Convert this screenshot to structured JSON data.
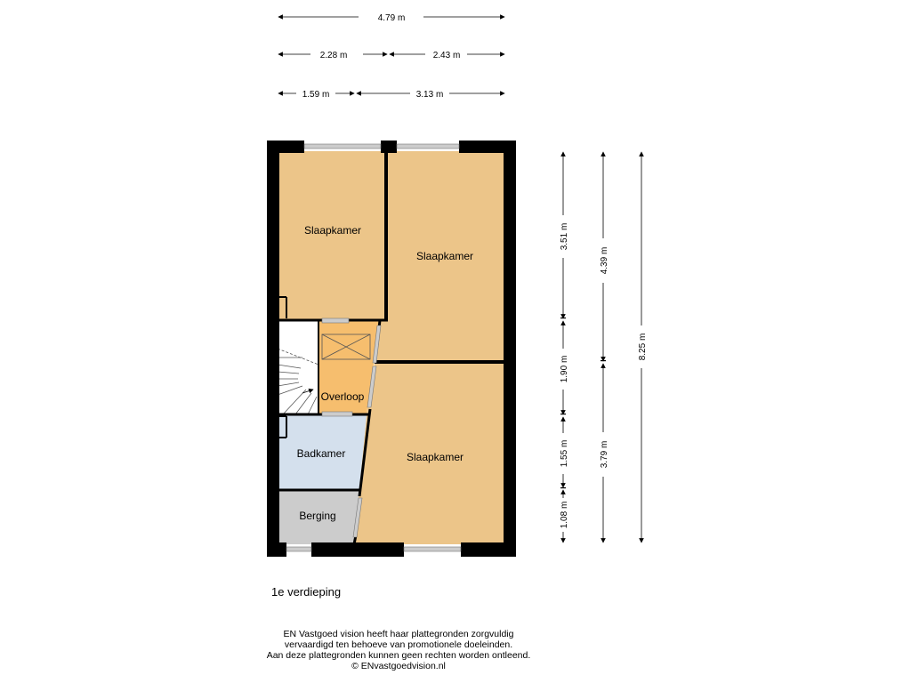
{
  "floor": {
    "name": "1e verdieping",
    "rooms": [
      {
        "id": "slaapkamer-1",
        "label": "Slaapkamer",
        "fill": "#ecc589"
      },
      {
        "id": "slaapkamer-2",
        "label": "Slaapkamer",
        "fill": "#ecc589"
      },
      {
        "id": "slaapkamer-3",
        "label": "Slaapkamer",
        "fill": "#ecc589"
      },
      {
        "id": "overloop",
        "label": "Overloop",
        "fill": "#f6be6e"
      },
      {
        "id": "badkamer",
        "label": "Badkamer",
        "fill": "#d4e0ed"
      },
      {
        "id": "berging",
        "label": "Berging",
        "fill": "#cccccc"
      }
    ]
  },
  "dimensions": {
    "top": [
      "4.79 m",
      "2.28 m",
      "2.43 m",
      "1.59 m",
      "3.13 m"
    ],
    "right": [
      "3.51 m",
      "1.90 m",
      "1.55 m",
      "1.08 m",
      "4.39 m",
      "3.79 m",
      "8.25 m"
    ]
  },
  "disclaimer": {
    "line1": "EN Vastgoed vision heeft haar plattegronden zorgvuldig",
    "line2": "vervaardigd ten behoeve van promotionele doeleinden.",
    "line3": "Aan deze plattegronden kunnen geen rechten worden ontleend.",
    "line4": "© ENvastgoedvision.nl"
  },
  "colors": {
    "wall": "#000000",
    "window": "#cccccc",
    "bedroom": "#ecc589",
    "landing": "#f6be6e",
    "bathroom": "#d4e0ed",
    "storage": "#cccccc"
  }
}
